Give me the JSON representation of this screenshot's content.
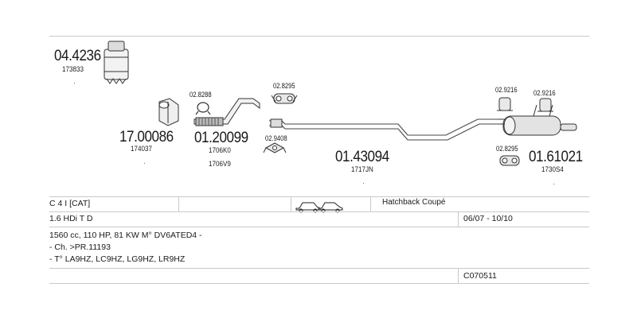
{
  "parts": [
    {
      "key": "dpf",
      "number": "04.4236",
      "sub": "173833"
    },
    {
      "key": "cat",
      "number": "17.00086",
      "sub": "174037"
    },
    {
      "key": "front_pipe",
      "number": "01.20099",
      "sub": "1706K0",
      "sub2": "1706V9"
    },
    {
      "key": "center_pipe",
      "number": "01.43094",
      "sub": "1717JN"
    },
    {
      "key": "rear_silencer",
      "number": "01.61021",
      "sub": "1730S4"
    }
  ],
  "accessories": [
    {
      "key": "clamp_front",
      "code": "02.8288"
    },
    {
      "key": "hanger_front",
      "code": "02.8295"
    },
    {
      "key": "gasket_mid",
      "code": "02.9408"
    },
    {
      "key": "hanger_rear_left",
      "code": "02.9216"
    },
    {
      "key": "hanger_rear_right",
      "code": "02.9216"
    },
    {
      "key": "hanger_rear_low",
      "code": "02.8295"
    }
  ],
  "table": {
    "model": "C 4 I [CAT]",
    "body": "Hatchback Coupé",
    "engine": "1.6 HDi T D",
    "years": "06/07 - 10/10",
    "spec_line1": "1560 cc, 110 HP, 81 KW M° DV6ATED4 -",
    "spec_line2": "- Ch. >PR.11193",
    "spec_line3": "- T° LA9HZ, LC9HZ, LG9HZ, LR9HZ",
    "code": "C070511"
  },
  "icons": [
    "car-hatchback-icon",
    "car-coupe-icon"
  ]
}
